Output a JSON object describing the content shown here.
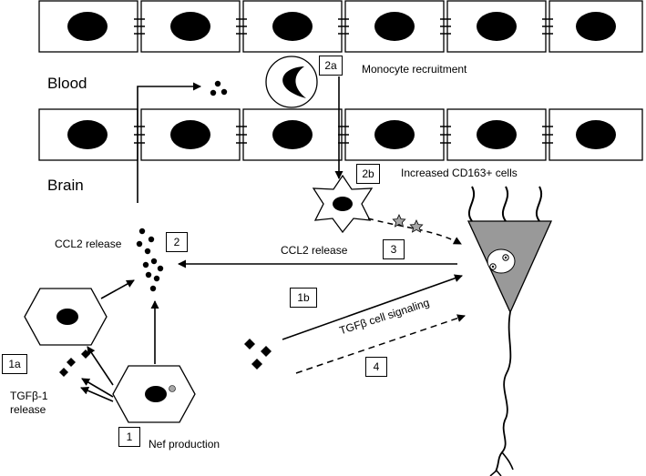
{
  "regions": {
    "blood": "Blood",
    "brain": "Brain"
  },
  "steps": {
    "s1": {
      "tag": "1",
      "text": "Nef production"
    },
    "s1a": {
      "tag": "1a",
      "text": "TGFβ-1\nrelease"
    },
    "s1b": {
      "tag": "1b",
      "text": "TGFβ  cell signaling"
    },
    "s2": {
      "tag": "2",
      "text": "CCL2 release"
    },
    "s2a": {
      "tag": "2a",
      "text": "Monocyte recruitment"
    },
    "s2b": {
      "tag": "2b",
      "text": "Increased CD163+ cells"
    },
    "s3": {
      "tag": "3"
    },
    "s4": {
      "tag": "4"
    }
  },
  "labels": {
    "ccl2_neuron": "CCL2 release"
  },
  "colors": {
    "ink": "#000000",
    "neuron_fill": "#999999",
    "star_fill": "#a6a6a6",
    "nef_dot": "#a6a6a6"
  }
}
